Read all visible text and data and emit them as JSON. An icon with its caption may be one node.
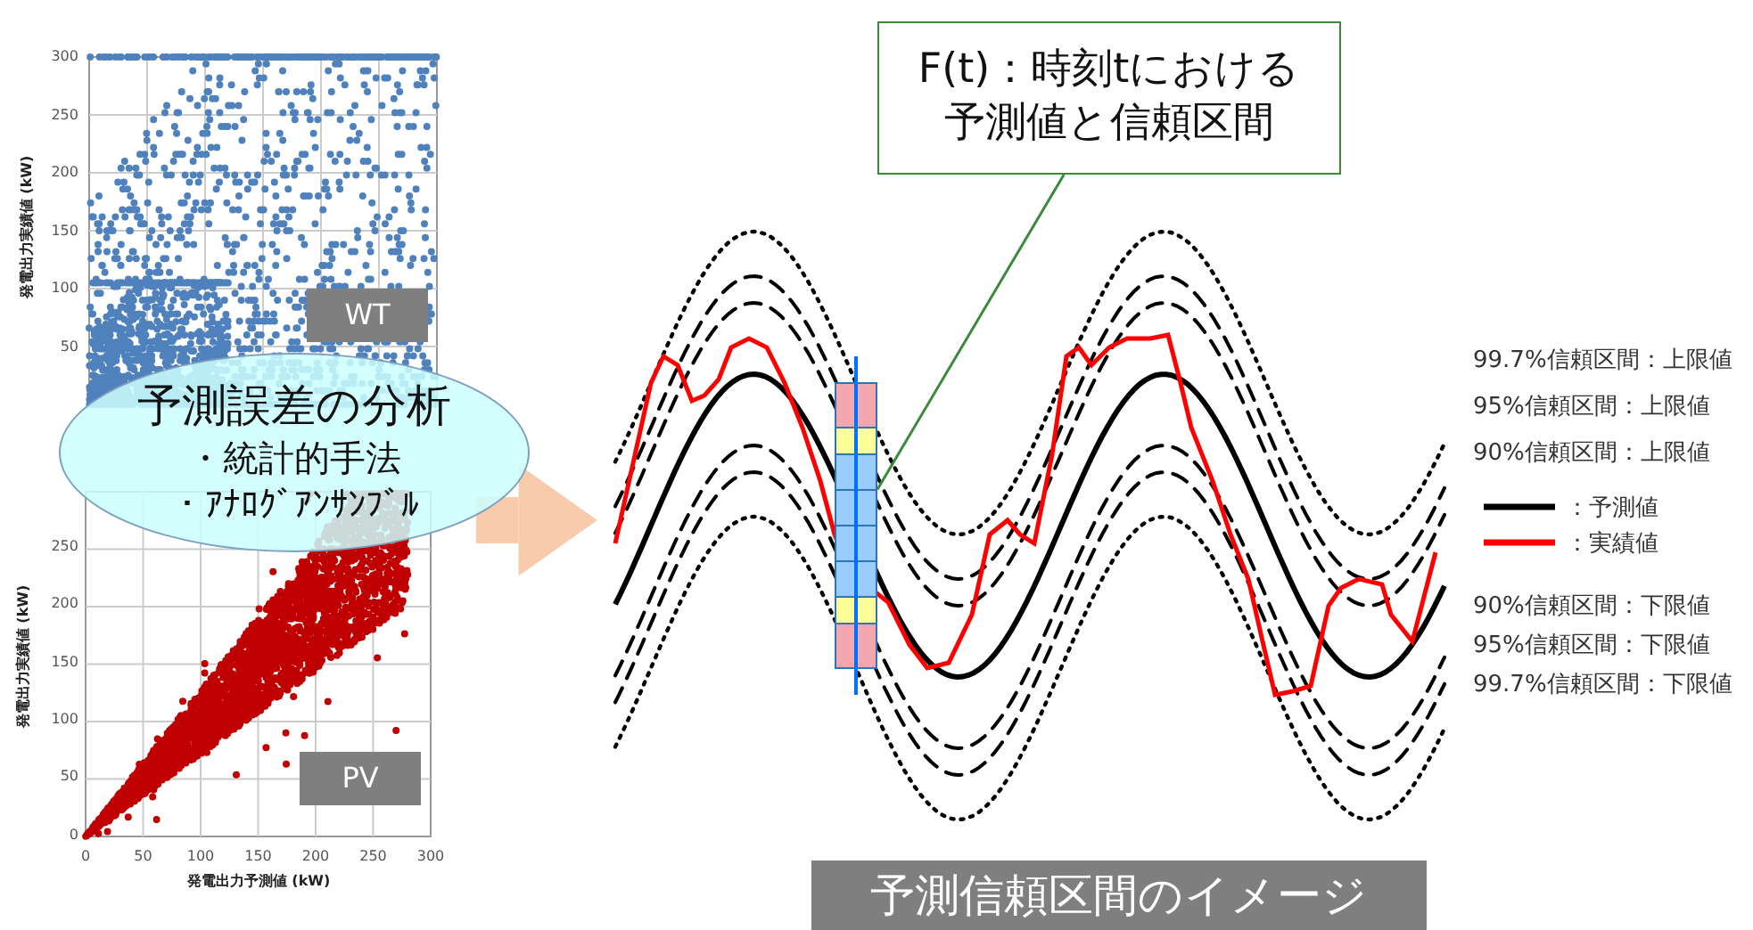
{
  "diagram": {
    "caption": "予測信頼区間のイメージ",
    "nodes": [
      {
        "text": [
          "予測誤差の分析",
          "・統計的手法",
          "・ｱﾅﾛｸﾞｱﾝｻﾝﾌﾞﾙ"
        ]
      },
      {
        "text": [],
        "shape": "chart"
      },
      {
        "text": [
          "F(t)：時刻tにおける予測値と信頼区間"
        ]
      },
      {
        "text": [],
        "shape": "bar",
        "in": 1
      }
    ],
    "edges": [
      {
        "from": 0,
        "to": 1,
        "arrow": "to",
        "style": "thick",
        "color": "#f8cbad"
      },
      {
        "from": 2,
        "to": 3,
        "arrow": "none",
        "color": "#3a8a3a"
      }
    ],
    "labels": [
      "300",
      "250",
      "200",
      "150",
      "100",
      "50",
      "発電出力実績値 (kW)",
      "WT",
      "99.7%信頼区間：上限値",
      "95%信頼区間：上限値",
      "90%信頼区間：上限値",
      "90%信頼区間：下限値",
      "95%信頼区間：下限値",
      "99.7%信頼区間：下限値",
      "250",
      "200",
      "150",
      "100",
      "50",
      "0",
      "0",
      "50",
      "100",
      "150",
      "200",
      "250",
      "300",
      "発電出力実績値 (kW)",
      "発電出力予測値 (kW)",
      "PV"
    ],
    "legend": [
      {
        "text": "：予測値"
      },
      {
        "text": "：実績値"
      }
    ]
  }
}
